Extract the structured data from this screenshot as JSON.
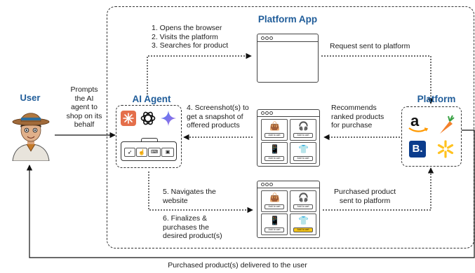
{
  "user": {
    "label": "User"
  },
  "prompt_text": [
    "Prompts",
    "the AI",
    "agent to",
    "shop on its",
    "behalf"
  ],
  "platform_app": {
    "title": "Platform App"
  },
  "ai_agent": {
    "title": "AI Agent"
  },
  "platform": {
    "title": "Platform"
  },
  "steps_top": [
    "1. Opens the browser",
    "2. Visits the platform",
    "3. Searches for product"
  ],
  "request_text": "Request sent to platform",
  "screenshot_text": [
    "4. Screenshot(s) to",
    "get a snapshot of",
    "offered products"
  ],
  "recommends_text": [
    "Recommends",
    "ranked products",
    "for purchase"
  ],
  "navigates_text": [
    "5. Navigates the",
    "website"
  ],
  "finalizes_text": [
    "6. Finalizes &",
    "purchases the",
    "desired product(s)"
  ],
  "purchased_text": [
    "Purchased product",
    "sent to platform"
  ],
  "delivered_text": "Purchased product(s) delivered to the user",
  "product_button": "Add to cart",
  "colors": {
    "title": "#1f5c99",
    "accent": "#f5c518",
    "amazon": "#ff9900",
    "booking": "#0b3c8c",
    "walmart": "#ffc220"
  }
}
